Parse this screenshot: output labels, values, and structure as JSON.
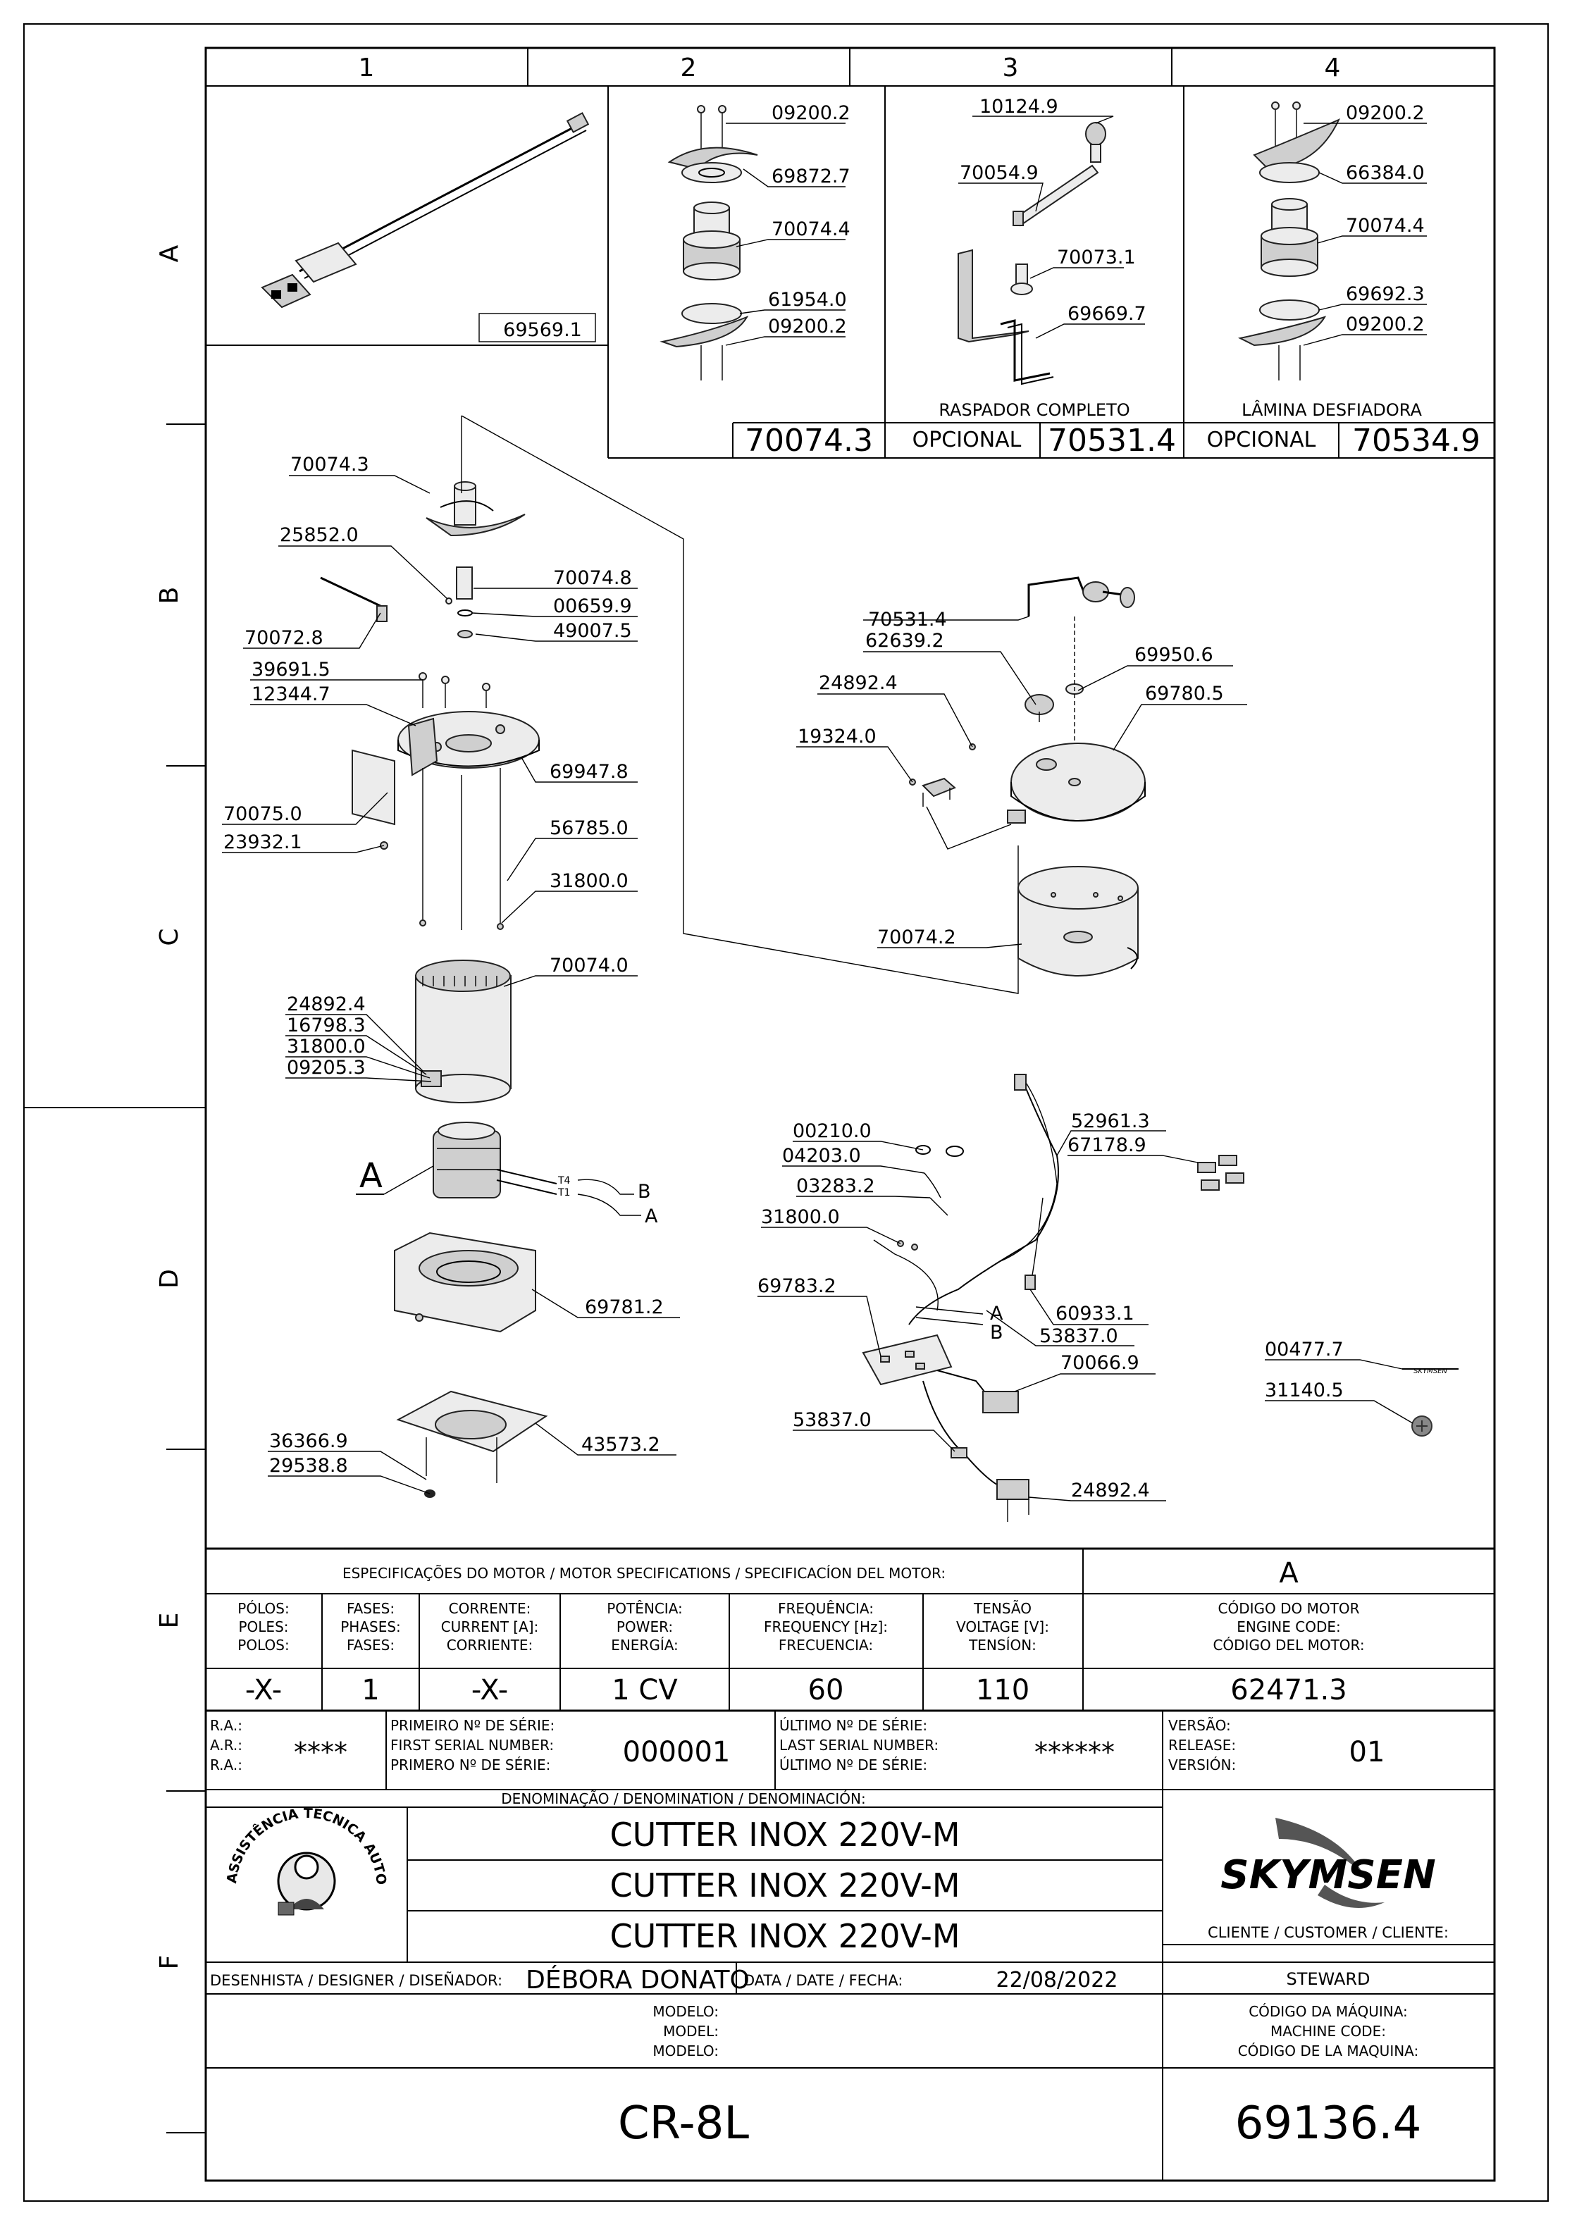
{
  "grid": {
    "columns": [
      "1",
      "2",
      "3",
      "4"
    ],
    "rows": [
      "A",
      "B",
      "C",
      "D",
      "E",
      "F"
    ]
  },
  "detail_parts": {
    "col1": [
      "69569.1"
    ],
    "col2": [
      "09200.2",
      "69872.7",
      "70074.4",
      "61954.0",
      "09200.2"
    ],
    "col3": [
      "10124.9",
      "70054.9",
      "70073.1",
      "69669.7"
    ],
    "col4": [
      "09200.2",
      "66384.0",
      "70074.4",
      "69692.3",
      "09200.2"
    ]
  },
  "detail_captions": {
    "raspador": "RASPADOR COMPLETO",
    "lamina": "LÂMINA DESFIADORA",
    "code_col2": "70074.3",
    "opcional_a": "OPCIONAL",
    "code_col3": "70531.4",
    "opcional_b": "OPCIONAL",
    "code_col4": "70534.9"
  },
  "main_parts": {
    "left": [
      "70074.3",
      "25852.0",
      "70074.8",
      "00659.9",
      "49007.5",
      "70072.8",
      "39691.5",
      "12344.7",
      "69947.8",
      "70075.0",
      "23932.1",
      "56785.0",
      "31800.0",
      "70074.0",
      "24892.4",
      "16798.3",
      "31800.0",
      "09205.3",
      "69781.2",
      "36366.9",
      "29538.8",
      "43573.2"
    ],
    "right_top": [
      "70531.4",
      "62639.2",
      "69950.6",
      "69780.5",
      "24892.4",
      "19324.0",
      "70074.2"
    ],
    "electrical": [
      "00210.0",
      "04203.0",
      "03283.2",
      "31800.0",
      "69783.2",
      "52961.3",
      "67178.9",
      "60933.1",
      "53837.0",
      "70066.9",
      "53837.0",
      "24892.4",
      "00477.7",
      "31140.5"
    ]
  },
  "motor_callouts": {
    "big_a": "A",
    "t4": "T4",
    "t1": "T1",
    "b": "B",
    "a": "A",
    "board_a": "A",
    "board_b": "B"
  },
  "motor_specs": {
    "header": "ESPECIFICAÇÕES DO MOTOR / MOTOR SPECIFICATIONS / SPECIFICACÍON DEL MOTOR:",
    "header_right": "A",
    "columns": [
      {
        "label": [
          "PÓLOS:",
          "POLES:",
          "POLOS:"
        ],
        "value": "-X-"
      },
      {
        "label": [
          "FASES:",
          "PHASES:",
          "FASES:"
        ],
        "value": "1"
      },
      {
        "label": [
          "CORRENTE:",
          "CURRENT [A]:",
          "CORRIENTE:"
        ],
        "value": "-X-"
      },
      {
        "label": [
          "POTÊNCIA:",
          "POWER:",
          "ENERGÍA:"
        ],
        "value": "1 CV"
      },
      {
        "label": [
          "FREQUÊNCIA:",
          "FREQUENCY [Hz]:",
          "FRECUENCIA:"
        ],
        "value": "60"
      },
      {
        "label": [
          "TENSÃO",
          "VOLTAGE [V]:",
          "TENSÍON:"
        ],
        "value": "110"
      },
      {
        "label": [
          "CÓDIGO DO MOTOR",
          "ENGINE CODE:",
          "CÓDIGO DEL MOTOR:"
        ],
        "value": "62471.3"
      }
    ]
  },
  "serials": {
    "ra_labels": [
      "R.A.:",
      "A.R.:",
      "R.A.:"
    ],
    "ra_value": "****",
    "first_labels": [
      "PRIMEIRO Nº DE SÉRIE:",
      "FIRST SERIAL NUMBER:",
      "PRIMERO Nº DE SÉRIE:"
    ],
    "first_value": "000001",
    "last_labels": [
      "ÚLTIMO Nº DE SÉRIE:",
      "LAST SERIAL NUMBER:",
      "ÚLTIMO Nº DE SÉRIE:"
    ],
    "last_value": "******",
    "version_labels": [
      "VERSÃO:",
      "RELEASE:",
      "VERSIÓN:"
    ],
    "version_value": "01"
  },
  "title_block": {
    "denomination_label": "DENOMINAÇÃO / DENOMINATION / DENOMINACIÓN:",
    "denominations": [
      "CUTTER INOX 220V-M",
      "CUTTER INOX 220V-M",
      "CUTTER INOX 220V-M"
    ],
    "seal_text": "ASSISTÊNCIA TÉCNICA AUTORIZADA",
    "brand": "SKYMSEN",
    "client_label": "CLIENTE / CUSTOMER / CLIENTE:",
    "client_value": "STEWARD",
    "designer_label": "DESENHISTA / DESIGNER / DISEÑADOR:",
    "designer_value": "DÉBORA DONATO",
    "date_label": "DATA / DATE / FECHA:",
    "date_value": "22/08/2022",
    "model_labels": [
      "MODELO:",
      "MODEL:",
      "MODELO:"
    ],
    "model_value": "CR-8L",
    "machine_code_labels": [
      "CÓDIGO DA MÁQUINA:",
      "MACHINE CODE:",
      "CÓDIGO DE LA MAQUINA:"
    ],
    "machine_code_value": "69136.4"
  }
}
